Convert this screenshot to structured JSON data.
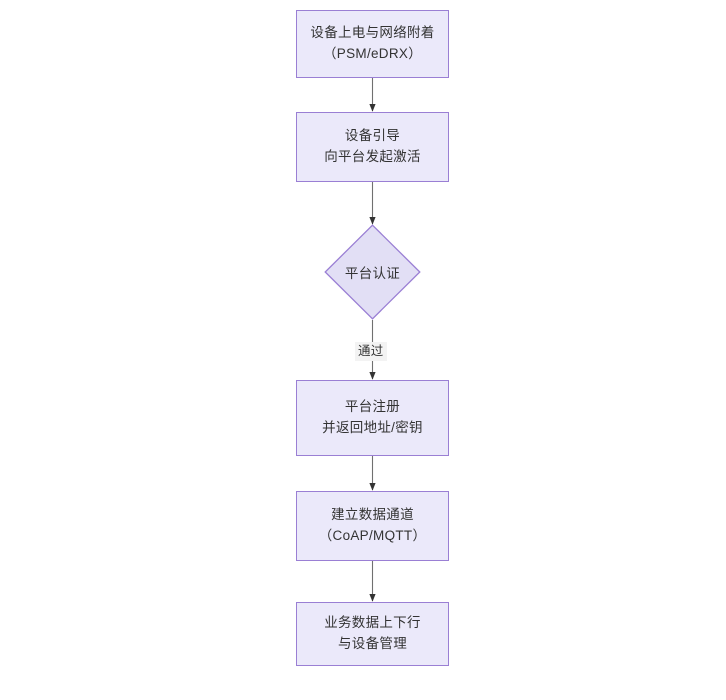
{
  "diagram": {
    "type": "flowchart",
    "orientation": "top-to-bottom",
    "title_text": "",
    "colors": {
      "node_fill": "#ebe9fa",
      "node_border": "#9a7fd4",
      "decision_fill": "#e2dff5",
      "decision_border": "#9a7fd4",
      "text": "#333333",
      "connector": "#707070",
      "arrowhead": "#333333",
      "edge_label_background": "#f3f3f3",
      "canvas_background": "#ffffff"
    },
    "nodes": [
      {
        "id": "node-power-on",
        "shape": "rectangle",
        "lines": [
          "设备上电与网络附着",
          "（PSM/eDRX）"
        ]
      },
      {
        "id": "node-bootstrap",
        "shape": "rectangle",
        "lines": [
          "设备引导",
          "向平台发起激活"
        ]
      },
      {
        "id": "node-platform-auth",
        "shape": "diamond",
        "lines": [
          "平台认证"
        ]
      },
      {
        "id": "node-platform-register",
        "shape": "rectangle",
        "lines": [
          "平台注册",
          "并返回地址/密钥"
        ]
      },
      {
        "id": "node-data-channel",
        "shape": "rectangle",
        "lines": [
          "建立数据通道",
          "（CoAP/MQTT）"
        ]
      },
      {
        "id": "node-business-data",
        "shape": "rectangle",
        "lines": [
          "业务数据上下行",
          "与设备管理"
        ]
      }
    ],
    "edges": [
      {
        "id": "edge-1",
        "from": "node-power-on",
        "to": "node-bootstrap",
        "label": ""
      },
      {
        "id": "edge-2",
        "from": "node-bootstrap",
        "to": "node-platform-auth",
        "label": ""
      },
      {
        "id": "edge-3",
        "from": "node-platform-auth",
        "to": "node-platform-register",
        "label": "通过"
      },
      {
        "id": "edge-4",
        "from": "node-platform-register",
        "to": "node-data-channel",
        "label": ""
      },
      {
        "id": "edge-5",
        "from": "node-data-channel",
        "to": "node-business-data",
        "label": ""
      }
    ]
  }
}
